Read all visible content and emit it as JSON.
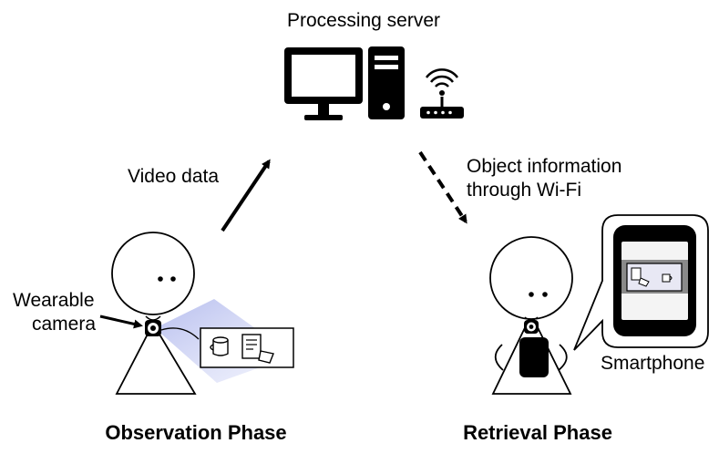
{
  "title": "Processing server",
  "upload_label": "Video data",
  "download_label_line1": "Object information",
  "download_label_line2": "through Wi-Fi",
  "camera_label_line1": "Wearable",
  "camera_label_line2": "camera",
  "phone_label": "Smartphone",
  "phase_left": "Observation Phase",
  "phase_right": "Retrieval Phase",
  "colors": {
    "ink": "#000000",
    "camera_view": "#c7cdf2",
    "phone_screen_bg": "#8a8a8a",
    "phone_photo": "#e8e8f4"
  }
}
